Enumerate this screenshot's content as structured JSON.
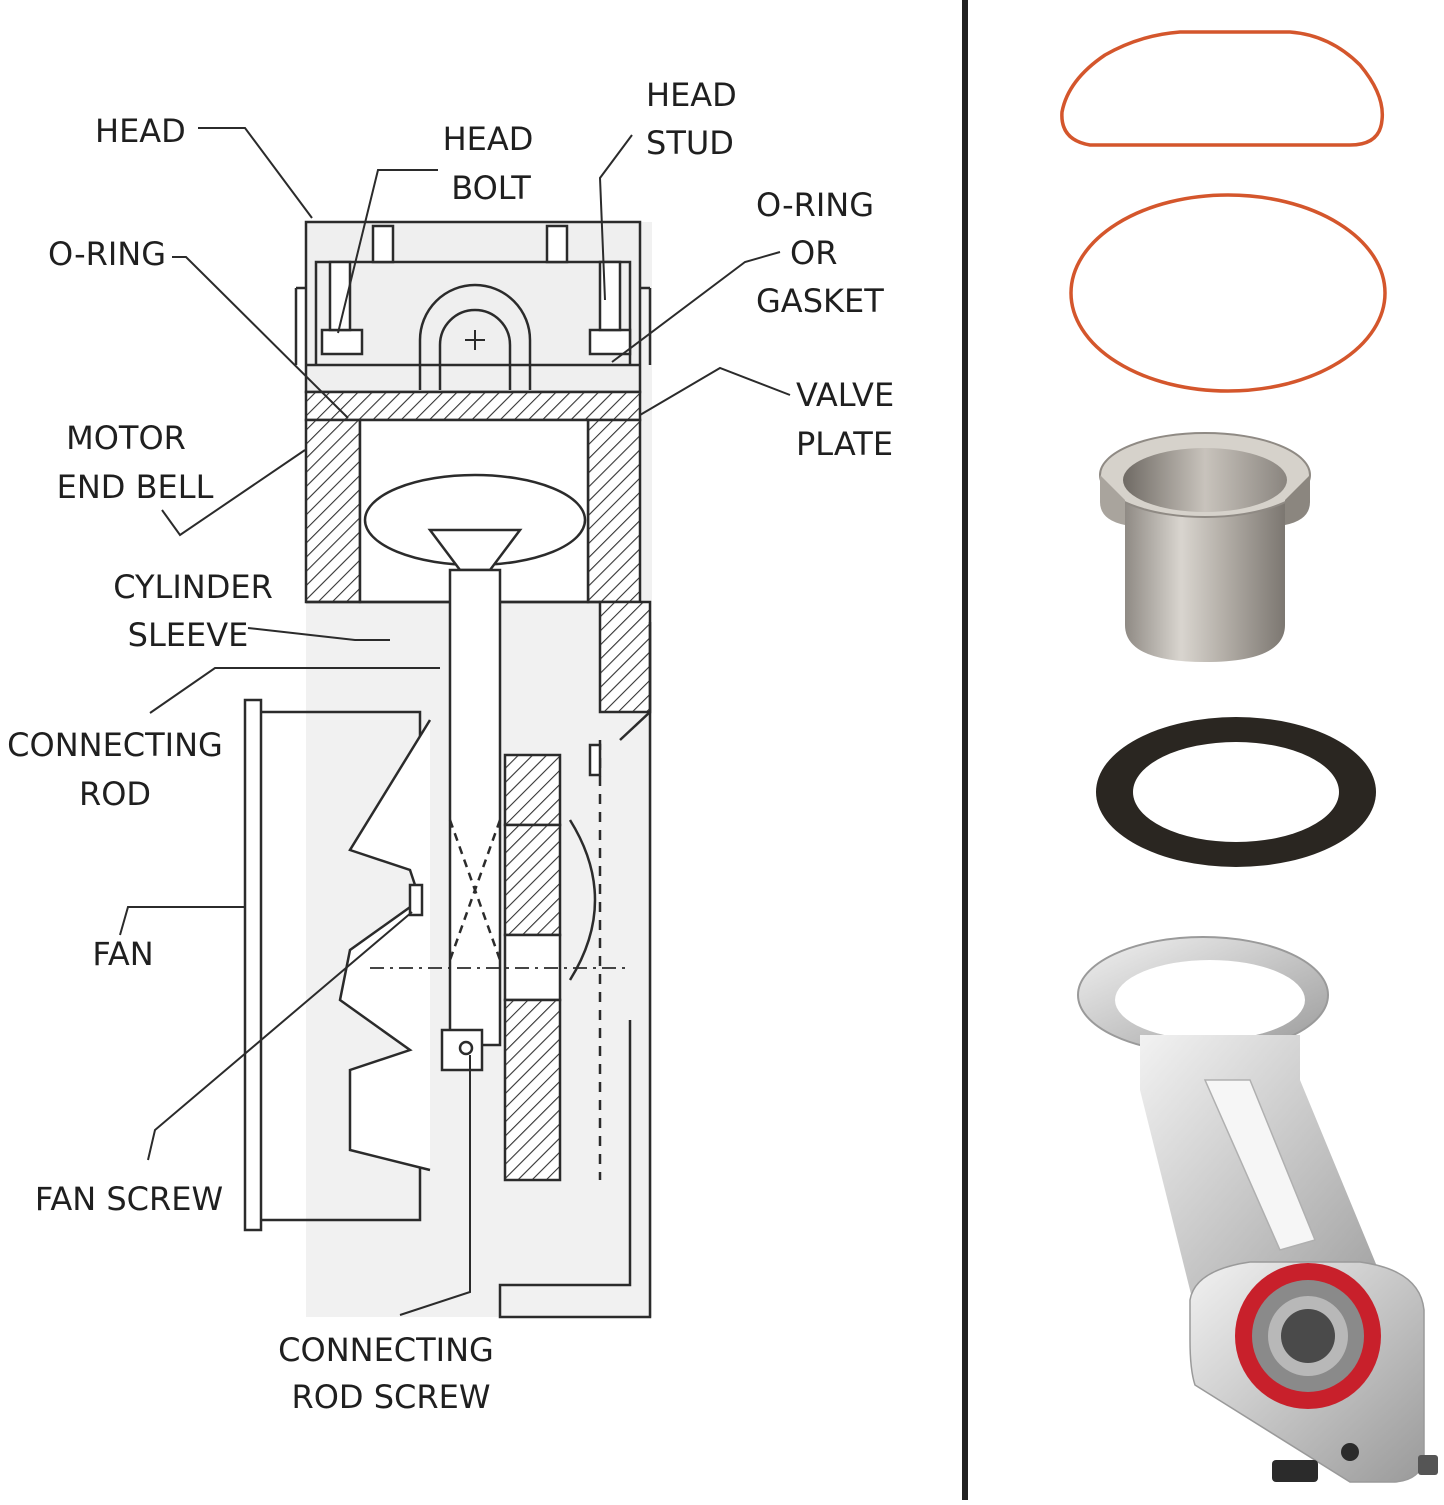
{
  "labels": {
    "head": "HEAD",
    "head_bolt": [
      "HEAD",
      "BOLT"
    ],
    "head_stud": [
      "HEAD",
      "STUD"
    ],
    "o_ring": "O-RING",
    "o_ring_or_gasket": [
      "O-RING",
      "OR",
      "GASKET"
    ],
    "valve_plate": [
      "VALVE",
      "PLATE"
    ],
    "motor_end_bell": [
      "MOTOR",
      "END BELL"
    ],
    "cylinder_sleeve": [
      "CYLINDER",
      "SLEEVE"
    ],
    "connecting_rod": [
      "CONNECTING",
      "ROD"
    ],
    "fan": "FAN",
    "fan_screw": "FAN SCREW",
    "connecting_rod_screw": [
      "CONNECTING",
      "ROD SCREW"
    ]
  },
  "parts": [
    {
      "name": "head-o-ring",
      "color": "#d4562c"
    },
    {
      "name": "cylinder-o-ring",
      "color": "#d4562c"
    },
    {
      "name": "cylinder-sleeve",
      "color": "#b9b4ad"
    },
    {
      "name": "valve-plate-gasket",
      "color": "#2a2621"
    },
    {
      "name": "connecting-rod",
      "color": "#c9c9c9",
      "bearing_seal_color": "#c8202b"
    }
  ]
}
